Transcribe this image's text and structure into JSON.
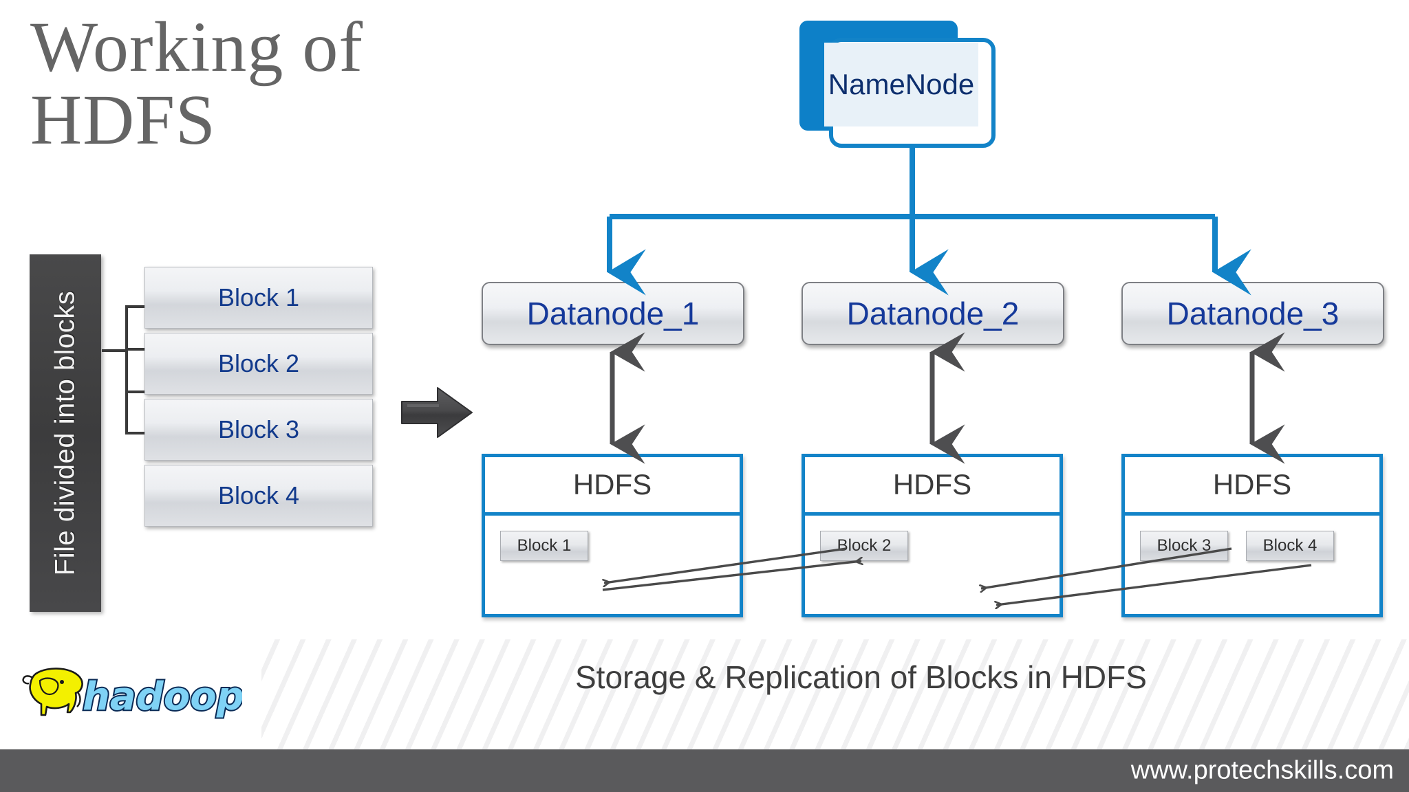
{
  "slide": {
    "title_lines": [
      "Working of",
      "HDFS"
    ],
    "caption": "Storage & Replication of Blocks in HDFS",
    "footer_url": "www.protechskills.com",
    "logo_text": "hadoop"
  },
  "colors": {
    "accent_blue": "#1283c8",
    "node_text_blue": "#15399a",
    "namenode_text": "#0d2f6e",
    "title_gray": "#656565",
    "bar_dark": "#3c3c3d",
    "footer_gray": "#5a5a5c",
    "arrow_gray": "#4a4a4a",
    "logo_yellow": "#f3f000"
  },
  "left_panel": {
    "vertical_label": "File divided into blocks",
    "blocks": [
      {
        "label": "Block 1"
      },
      {
        "label": "Block 2"
      },
      {
        "label": "Block 3"
      },
      {
        "label": "Block 4"
      }
    ]
  },
  "namenode": {
    "label": "NameNode"
  },
  "datanodes": [
    {
      "label": "Datanode_1"
    },
    {
      "label": "Datanode_2"
    },
    {
      "label": "Datanode_3"
    }
  ],
  "hdfs_panels": [
    {
      "title": "HDFS",
      "blocks": [
        "Block 1"
      ]
    },
    {
      "title": "HDFS",
      "blocks": [
        "Block 2"
      ]
    },
    {
      "title": "HDFS",
      "blocks": [
        "Block 3",
        "Block 4"
      ]
    }
  ],
  "replication_flows": [
    {
      "from": "Block 1",
      "from_panel": "HDFS 1",
      "to_panel": "HDFS 2"
    },
    {
      "from": "Block 2",
      "from_panel": "HDFS 2",
      "to_panel": "HDFS 1"
    },
    {
      "from": "Block 3",
      "from_panel": "HDFS 3",
      "to_panel": "HDFS 2"
    },
    {
      "from": "Block 4",
      "from_panel": "HDFS 3",
      "to_panel": "HDFS 2"
    }
  ]
}
